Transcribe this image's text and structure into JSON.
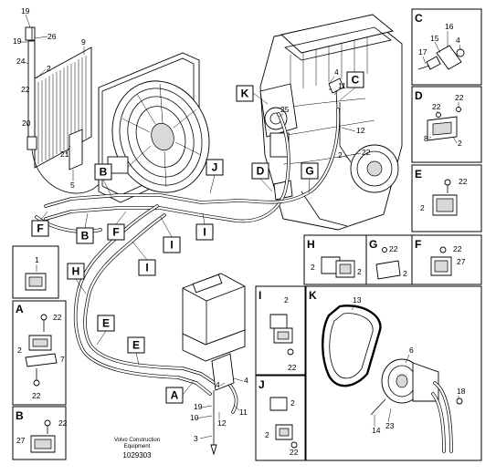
{
  "diagram": {
    "main_tags": [
      "K",
      "C",
      "B",
      "J",
      "D",
      "G",
      "F",
      "B",
      "F",
      "I",
      "I",
      "I",
      "H",
      "E",
      "E",
      "A"
    ],
    "radiator_labels": [
      "19",
      "19",
      "26",
      "9",
      "24",
      "2",
      "22",
      "20",
      "21",
      "5"
    ],
    "engine_labels": [
      "4",
      "11",
      "25",
      "12",
      "22",
      "2"
    ],
    "dryer_labels": [
      "4",
      "4",
      "19",
      "10",
      "12",
      "11",
      "3"
    ],
    "detail_1": {
      "label": "1"
    },
    "details": {
      "C": {
        "letter": "C",
        "labels": [
          "15",
          "16",
          "4",
          "17"
        ]
      },
      "D": {
        "letter": "D",
        "labels": [
          "22",
          "22",
          "8",
          "2"
        ]
      },
      "E": {
        "letter": "E",
        "labels": [
          "22",
          "2"
        ]
      },
      "H": {
        "letter": "H",
        "labels": [
          "2",
          "2"
        ]
      },
      "G": {
        "letter": "G",
        "labels": [
          "22",
          "2"
        ]
      },
      "F": {
        "letter": "F",
        "labels": [
          "22",
          "27"
        ]
      },
      "A": {
        "letter": "A",
        "labels": [
          "22",
          "2",
          "7",
          "22"
        ]
      },
      "B": {
        "letter": "B",
        "labels": [
          "22",
          "27"
        ]
      },
      "I": {
        "letter": "I",
        "labels": [
          "2",
          "22"
        ]
      },
      "J": {
        "letter": "J",
        "labels": [
          "2",
          "2",
          "22"
        ]
      },
      "K": {
        "letter": "K",
        "labels": [
          "13",
          "6",
          "18",
          "14",
          "23"
        ]
      }
    },
    "footer": {
      "line1": "Volvo Construction",
      "line2": "Equipment",
      "number": "1029303"
    }
  }
}
